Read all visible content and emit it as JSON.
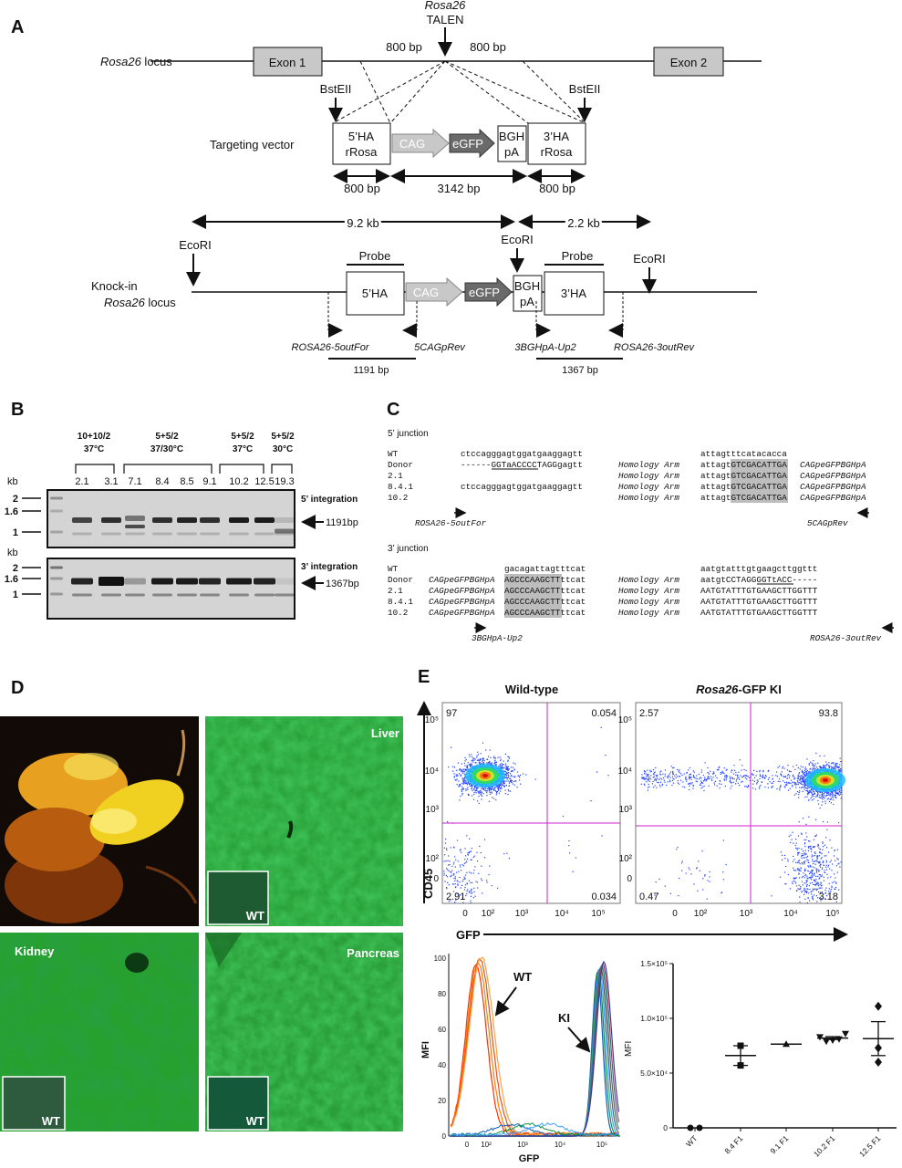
{
  "panels": {
    "a": "A",
    "b": "B",
    "c": "C",
    "d": "D",
    "e": "E"
  },
  "panel_a": {
    "locus_italic": "Rosa26",
    "locus_suffix": " locus",
    "exon1": "Exon 1",
    "exon2": "Exon 2",
    "talen_italic": "Rosa26",
    "talen": "TALEN",
    "bp_left": "800 bp",
    "bp_right": "800 bp",
    "bsteii": "BstEII",
    "targeting_vector": "Targeting vector",
    "ha5_l1": "5’HA",
    "ha5_l2": "rRosa",
    "cag": "CAG",
    "egfp": "eGFP",
    "bgh_l1": "BGH",
    "bgh_l2": "pA",
    "ha3_l1": "3’HA",
    "ha3_l2": "rRosa",
    "dim_1": "800 bp",
    "dim_2": "3142 bp",
    "dim_3": "800 bp",
    "kb_1": "9.2 kb",
    "kb_2": "2.2 kb",
    "ecori": "EcoRI",
    "knockin_l1": "Knock-in",
    "knockin_l2_italic": "Rosa26",
    "knockin_l2_suffix": " locus",
    "probe": "Probe",
    "ki_ha5": "5’HA",
    "ki_ha3": "3’HA",
    "primers": [
      "ROSA26-5outFor",
      "5CAGpRev",
      "3BGHpA-Up2",
      "ROSA26-3outRev"
    ],
    "product_1": "1191 bp",
    "product_2": "1367 bp"
  },
  "panel_b": {
    "conditions": [
      {
        "l1": "10+10/2",
        "l2": "37°C"
      },
      {
        "l1": "5+5/2",
        "l2": "37/30°C"
      },
      {
        "l1": "5+5/2",
        "l2": "37°C"
      },
      {
        "l1": "5+5/2",
        "l2": "30°C"
      }
    ],
    "lanes": [
      "2.1",
      "3.1",
      "7.1",
      "8.4",
      "8.5",
      "9.1",
      "10.2",
      "12.5",
      "19.3"
    ],
    "kb": "kb",
    "markers": [
      "2",
      "1.6",
      "1"
    ],
    "gel_top_title": "5’ integration",
    "gel_top_band": "1191bp",
    "gel_bottom_title": "3’ integration",
    "gel_bottom_band": "1367bp"
  },
  "panel_c": {
    "five_title": "5’ junction",
    "five_rows": [
      {
        "name": "WT",
        "seq1": "ctccagggagtggatgaaggagtt",
        "arm": "",
        "seq2a": "attagtttcatacacca",
        "seq2b": "",
        "tail": ""
      },
      {
        "name": "Donor",
        "seq1": "------GGTaACCCCTAGGgagtt",
        "arm": "Homology Arm",
        "seq2a": "attagt",
        "seq2b": "GTCGACATTGA",
        "tail": "CAGpeGFPBGHpA"
      },
      {
        "name": "2.1",
        "seq1": "",
        "arm": "Homology Arm",
        "seq2a": "attagt",
        "seq2b": "GTCGACATTGA",
        "tail": "CAGpeGFPBGHpA"
      },
      {
        "name": "8.4.1",
        "seq1": "ctccagggagtggatgaaggagtt",
        "arm": "Homology Arm",
        "seq2a": "attagt",
        "seq2b": "GTCGACATTGA",
        "tail": "CAGpeGFPBGHpA"
      },
      {
        "name": "10.2",
        "seq1": "",
        "arm": "Homology Arm",
        "seq2a": "attagt",
        "seq2b": "GTCGACATTGA",
        "tail": "CAGpeGFPBGHpA"
      }
    ],
    "five_primer_left": "ROSA26-5outFor",
    "five_primer_right": "5CAGpRev",
    "three_title": "3’ junction",
    "three_rows": [
      {
        "name": "WT",
        "pre": "",
        "seq1": "gacagattagtttcat",
        "arm": "",
        "seq2": "aatgtatttgtgaagcttggttt"
      },
      {
        "name": "Donor",
        "pre": "CAGpeGFPBGHpA",
        "seq1": "AGCCCAAGCTTttcat",
        "arm": "Homology Arm",
        "seq2": "aatgtCCTAGGGGTtACC-----"
      },
      {
        "name": "2.1",
        "pre": "CAGpeGFPBGHpA",
        "seq1": "AGCCCAAGCTTttcat",
        "arm": "Homology Arm",
        "seq2": "AATGTATTTGTGAAGCTTGGTTT"
      },
      {
        "name": "8.4.1",
        "pre": "CAGpeGFPBGHpA",
        "seq1": "AGCCCAAGCTTttcat",
        "arm": "Homology Arm",
        "seq2": "AATGTATTTGTGAAGCTTGGTTT"
      },
      {
        "name": "10.2",
        "pre": "CAGpeGFPBGHpA",
        "seq1": "AGCCCAAGCTTttcat",
        "arm": "Homology Arm",
        "seq2": "AATGTATTTGTGAAGCTTGGTTT"
      }
    ],
    "three_primer_left": "3BGHpA-Up2",
    "three_primer_right": "ROSA26-3outRev"
  },
  "panel_d": {
    "liver": "Liver",
    "kidney": "Kidney",
    "pancreas": "Pancreas",
    "wt": "WT"
  },
  "panel_e": {
    "wt_title": "Wild-type",
    "ki_title_italic": "Rosa26",
    "ki_title_suffix": "-GFP KI",
    "y_label": "CD45",
    "x_label": "GFP",
    "hist_y_label": "MFI",
    "hist_x_label": "GFP",
    "hist_wt": "WT",
    "hist_ki": "KI",
    "mfi_label": "MFI"
  },
  "chart_data": [
    {
      "type": "scatter",
      "title": "Wild-type",
      "xlabel": "GFP",
      "ylabel": "CD45",
      "x_ticks": [
        "0",
        "10²",
        "10³",
        "10⁴",
        "10⁵"
      ],
      "y_ticks": [
        "10⁵",
        "10⁴",
        "10³",
        "10²",
        "0"
      ],
      "quadrants": {
        "upper_left": "97",
        "upper_right": "0.054",
        "lower_left": "2.91",
        "lower_right": "0.034"
      }
    },
    {
      "type": "scatter",
      "title": "Rosa26-GFP KI",
      "xlabel": "GFP",
      "ylabel": "CD45",
      "x_ticks": [
        "0",
        "10²",
        "10³",
        "10⁴",
        "10⁵"
      ],
      "y_ticks": [
        "10⁵",
        "10⁴",
        "10³",
        "10²",
        "0"
      ],
      "quadrants": {
        "upper_left": "2.57",
        "upper_right": "93.8",
        "lower_left": "0.47",
        "lower_right": "3.18"
      }
    },
    {
      "type": "line",
      "title": "",
      "xlabel": "GFP",
      "ylabel": "MFI",
      "x_ticks": [
        "0",
        "10²",
        "10³",
        "10⁴",
        "10⁵"
      ],
      "y_ticks": [
        "0",
        "20",
        "40",
        "60",
        "80",
        "100"
      ],
      "ylim": [
        0,
        100
      ],
      "series": [
        {
          "name": "WT",
          "peak_log10": 1.7,
          "peak": 100
        },
        {
          "name": "KI",
          "peak_log10": 5.0,
          "peak": 100
        }
      ]
    },
    {
      "type": "scatter",
      "title": "",
      "xlabel": "",
      "ylabel": "MFI",
      "categories": [
        "WT",
        "8.4 F1",
        "9.1 F1",
        "10.2 F1",
        "12.5 F1"
      ],
      "y_ticks": [
        "0",
        "5.0×10⁴",
        "1.0×10⁵",
        "1.5×10⁵"
      ],
      "ylim": [
        0,
        150000
      ],
      "series": [
        {
          "name": "WT",
          "values": [
            0,
            0
          ],
          "mean": 0,
          "sem": 0,
          "marker": "circle"
        },
        {
          "name": "8.4 F1",
          "values": [
            75000,
            57000
          ],
          "mean": 66000,
          "sem": 9000,
          "marker": "square"
        },
        {
          "name": "9.1 F1",
          "values": [
            76500
          ],
          "mean": 76500,
          "sem": 0,
          "marker": "triangle-up"
        },
        {
          "name": "10.2 F1",
          "values": [
            83000,
            79000,
            80000,
            81000,
            86000
          ],
          "mean": 82000,
          "sem": 1300,
          "marker": "triangle-down"
        },
        {
          "name": "12.5 F1",
          "values": [
            111000,
            73000,
            60000
          ],
          "mean": 81500,
          "sem": 15500,
          "marker": "diamond"
        }
      ]
    }
  ]
}
